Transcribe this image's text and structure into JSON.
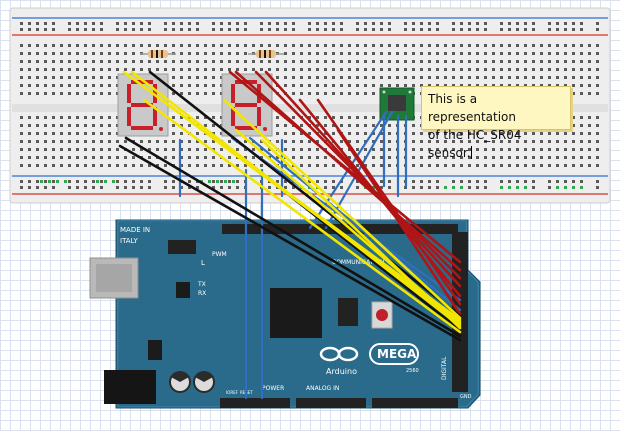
{
  "note": {
    "line1": "This is a representation",
    "line2": "of the HC_SR04 sensor."
  },
  "arduino": {
    "made_in": "MADE IN",
    "country": "ITALY",
    "logo_text": "Arduino",
    "model": "MEGA",
    "model_suffix": "2560",
    "led_labels": [
      "L",
      "TX",
      "RX"
    ],
    "pwm": "PWM",
    "communication": "COMMUNICATION",
    "power": "POWER",
    "analog_in": "ANALOG IN",
    "digital": "DIGITAL",
    "ioref": "IOREF",
    "reset": "RESET",
    "gnd": "GND"
  },
  "colors": {
    "board": "#2a6a8a",
    "wire_red": "#b01515",
    "wire_yellow": "#f2e600",
    "wire_black": "#111111",
    "wire_blue": "#2f6fbd",
    "segment": "#c8202a",
    "display_body": "#c9c9c9",
    "sensor": "#1f7a3a",
    "note": "#fff7c2"
  }
}
